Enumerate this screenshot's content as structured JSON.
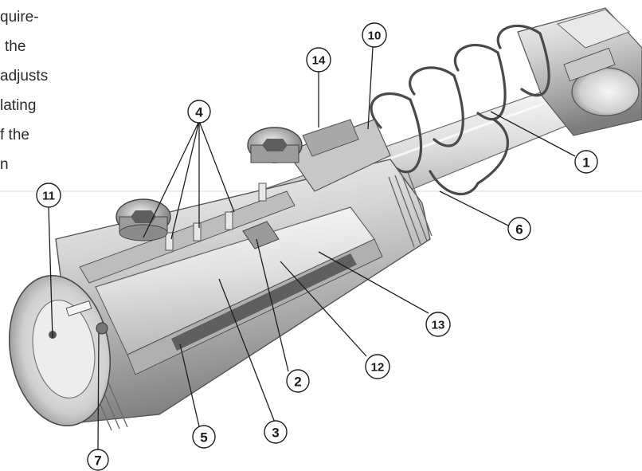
{
  "text_fragments": [
    "quire-",
    "the",
    "adjusts",
    "lating",
    "f the",
    "n"
  ],
  "callouts": [
    "1",
    "2",
    "3",
    "4",
    "5",
    "6",
    "7",
    "10",
    "11",
    "12",
    "13",
    "14"
  ]
}
